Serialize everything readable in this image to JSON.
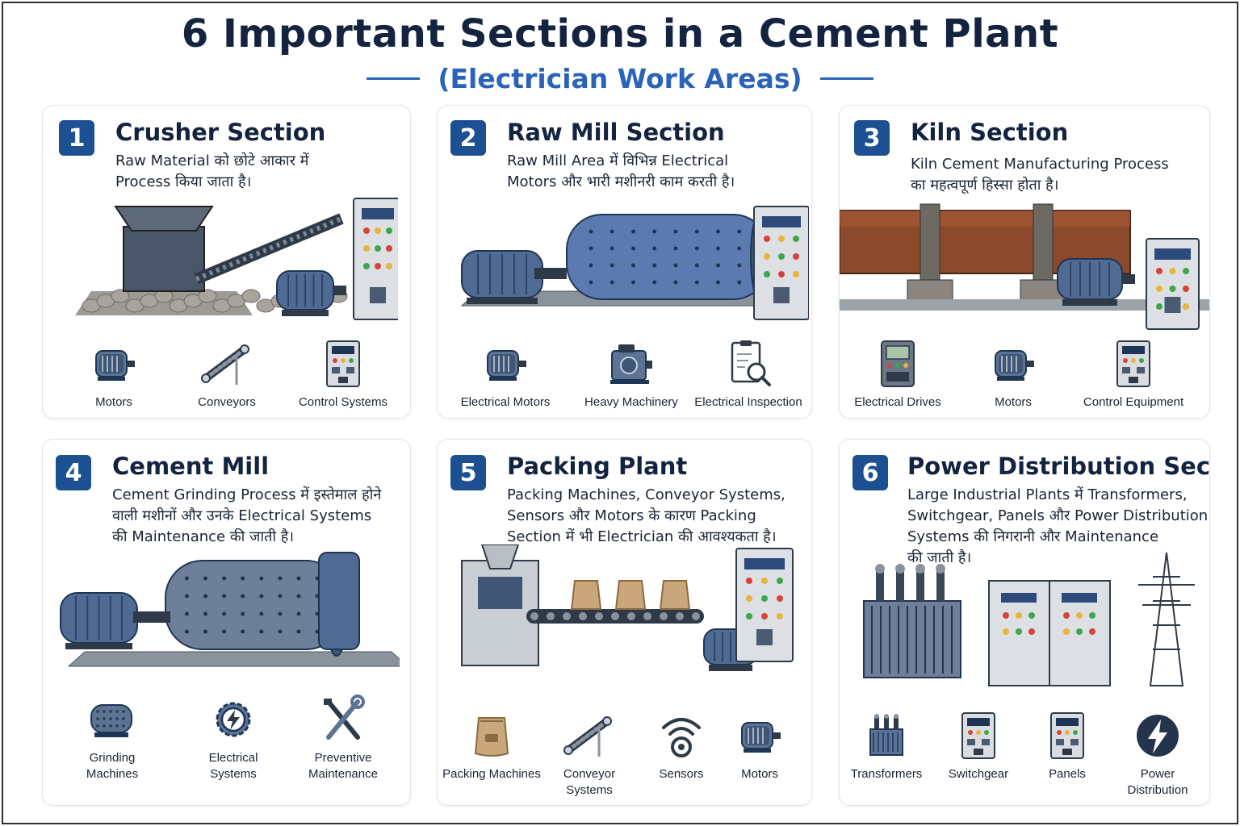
{
  "title": "6 Important Sections in a Cement Plant",
  "subtitle": "(Electrician Work Areas)",
  "colors": {
    "navy": "#14233f",
    "accent": "#2a63b8",
    "badge": "#1d4f93",
    "steel": "#5b7394"
  },
  "sections": [
    {
      "number": "1",
      "heading": "Crusher Section",
      "description": [
        "Raw Material को छोटे आकार में",
        "Process किया जाता है।"
      ],
      "icons": [
        {
          "label": [
            "Motors"
          ],
          "icon": "motor-icon"
        },
        {
          "label": [
            "Conveyors"
          ],
          "icon": "conveyor-icon"
        },
        {
          "label": [
            "Control Systems"
          ],
          "icon": "control-panel-icon"
        }
      ]
    },
    {
      "number": "2",
      "heading": "Raw Mill Section",
      "description": [
        "Raw Mill Area में विभिन्न Electrical",
        "Motors और भारी मशीनरी काम करती है।"
      ],
      "icons": [
        {
          "label": [
            "Electrical Motors"
          ],
          "icon": "motor-icon"
        },
        {
          "label": [
            "Heavy Machinery"
          ],
          "icon": "machinery-icon"
        },
        {
          "label": [
            "Electrical Inspection"
          ],
          "icon": "inspection-icon"
        }
      ]
    },
    {
      "number": "3",
      "heading": "Kiln  Section",
      "description": [
        "Kiln Cement Manufacturing Process",
        "का महत्वपूर्ण हिस्सा होता है।"
      ],
      "icons": [
        {
          "label": [
            "Electrical Drives"
          ],
          "icon": "drive-icon"
        },
        {
          "label": [
            "Motors"
          ],
          "icon": "motor-icon"
        },
        {
          "label": [
            "Control Equipment"
          ],
          "icon": "control-panel-icon"
        }
      ]
    },
    {
      "number": "4",
      "heading": "Cement Mill",
      "description": [
        "Cement Grinding Process में इस्तेमाल होने",
        "वाली मशीनों और उनके Electrical Systems",
        "की Maintenance की जाती है।"
      ],
      "icons": [
        {
          "label": [
            "Grinding",
            "Machines"
          ],
          "icon": "grinding-mill-icon"
        },
        {
          "label": [
            "Electrical",
            "Systems"
          ],
          "icon": "gear-bolt-icon"
        },
        {
          "label": [
            "Preventive",
            "Maintenance"
          ],
          "icon": "tools-icon"
        }
      ]
    },
    {
      "number": "5",
      "heading": "Packing Plant",
      "description": [
        "Packing Machines, Conveyor Systems,",
        "Sensors और Motors के कारण Packing",
        "Section में भी Electrician की आवश्यकता है।"
      ],
      "icons": [
        {
          "label": [
            "Packing Machines"
          ],
          "icon": "cement-bag-icon"
        },
        {
          "label": [
            "Conveyor",
            "Systems"
          ],
          "icon": "conveyor-icon"
        },
        {
          "label": [
            "Sensors"
          ],
          "icon": "sensor-icon"
        },
        {
          "label": [
            "Motors"
          ],
          "icon": "motor-icon"
        }
      ]
    },
    {
      "number": "6",
      "heading": "Power Distribution Section",
      "description": [
        "Large Industrial Plants में Transformers,",
        "Switchgear, Panels और Power Distribution",
        "Systems की निगरानी और Maintenance",
        "की जाती है।"
      ],
      "icons": [
        {
          "label": [
            "Transformers"
          ],
          "icon": "transformer-icon"
        },
        {
          "label": [
            "Switchgear"
          ],
          "icon": "switchgear-icon"
        },
        {
          "label": [
            "Panels"
          ],
          "icon": "panel-icon"
        },
        {
          "label": [
            "Power",
            "Distribution"
          ],
          "icon": "power-bolt-icon"
        }
      ]
    }
  ]
}
